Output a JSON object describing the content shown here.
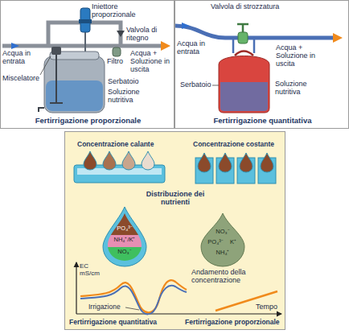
{
  "diagram": {
    "nodes": [
      {
        "text": [
          "Fertirrigazione proporzionale"
        ]
      },
      {
        "text": [
          "Fertirrigazione quantitativa"
        ]
      },
      {
        "text": [
          "PO₄³⁻",
          "NH₄⁺/K⁺",
          "NO₃⁻"
        ]
      },
      {
        "text": [
          "NO₃⁻",
          "PO₄³⁻",
          "K⁺",
          "NH₄⁺"
        ]
      }
    ],
    "labels": [
      "Iniettore proporzionale",
      "Valvola di ritegno",
      "Acqua in entrata",
      "Miscelatore",
      "Filtro",
      "Acqua + Soluzione in uscita",
      "Serbatoio",
      "Soluzione nutritiva",
      "Valvola di strozzatura",
      "Acqua in entrata",
      "Serbatoio",
      "Acqua + Soluzione in uscita",
      "Soluzione nutritiva",
      "Concentrazione calante",
      "Concentrazione costante",
      "Distribuzione dei nutrienti",
      "EC mS/cm",
      "Andamento della concentrazione",
      "Irrigazione",
      "Tempo",
      "Fertirrigazione quantitativa",
      "Fertirrigazione proporzionale"
    ]
  }
}
